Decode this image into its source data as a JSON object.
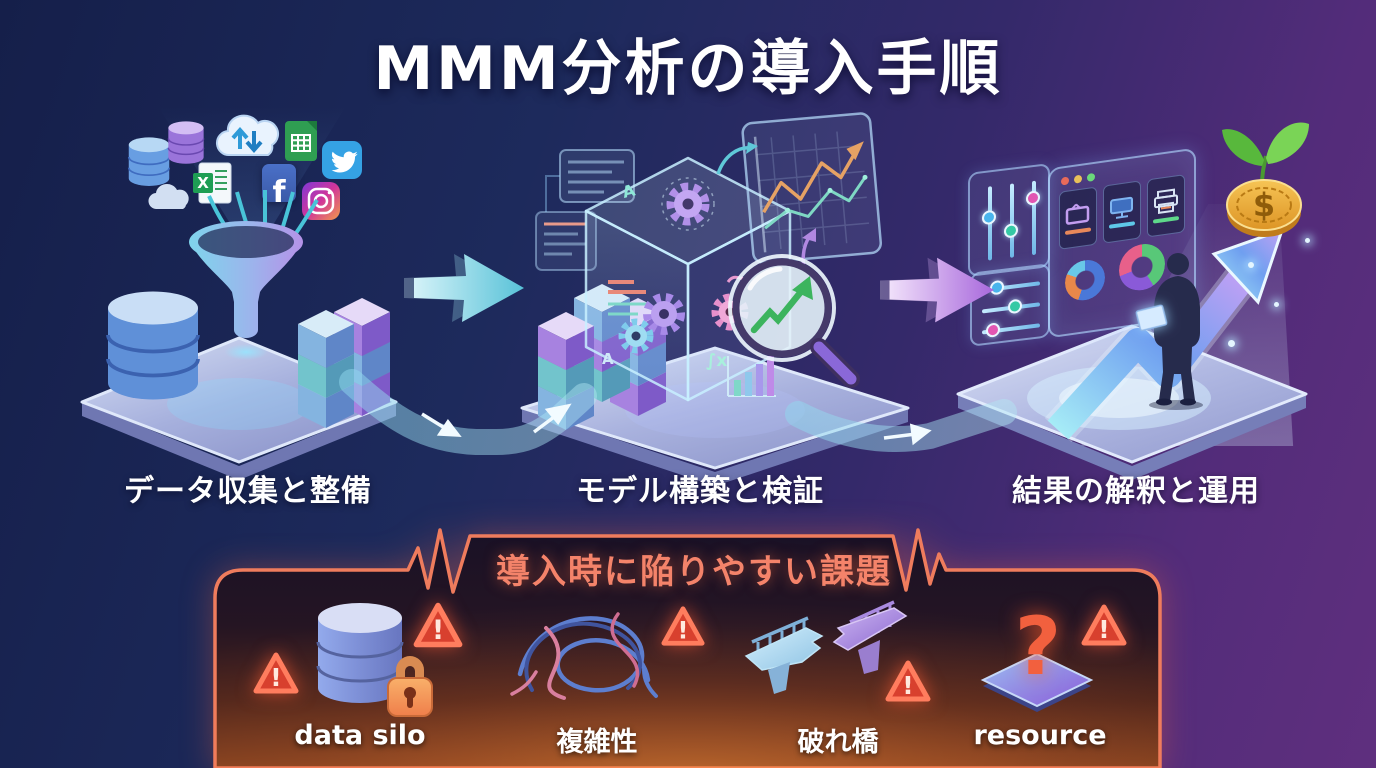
{
  "title": "MMM分析の導入手順",
  "steps": [
    {
      "label": "データ収集と整備"
    },
    {
      "label": "モデル構築と検証"
    },
    {
      "label": "結果の解釈と運用"
    }
  ],
  "challenges": {
    "title": "導入時に陥りやすい課題",
    "items": [
      {
        "label": "data silo"
      },
      {
        "label": "複雑性"
      },
      {
        "label": "破れ橋"
      },
      {
        "label": "resource"
      }
    ]
  },
  "decorations": {
    "warning_mark": "!",
    "question_mark": "?",
    "coin_symbol": "$",
    "facebook_letter": "f",
    "excel_letter": "X",
    "cube_letter_a": "A",
    "cube_formula": "∫x"
  },
  "colors": {
    "background_left": "#16224e",
    "background_right": "#5f2f7e",
    "panel_border": "#ef7c5d",
    "challenge_title": "#f4836a",
    "step_arrow_cyan": "#58c2d8",
    "step_arrow_purple": "#a868dc",
    "warning_red": "#d8402e",
    "coin_gold": "#f0b446",
    "sprout_green": "#6cc84e"
  }
}
